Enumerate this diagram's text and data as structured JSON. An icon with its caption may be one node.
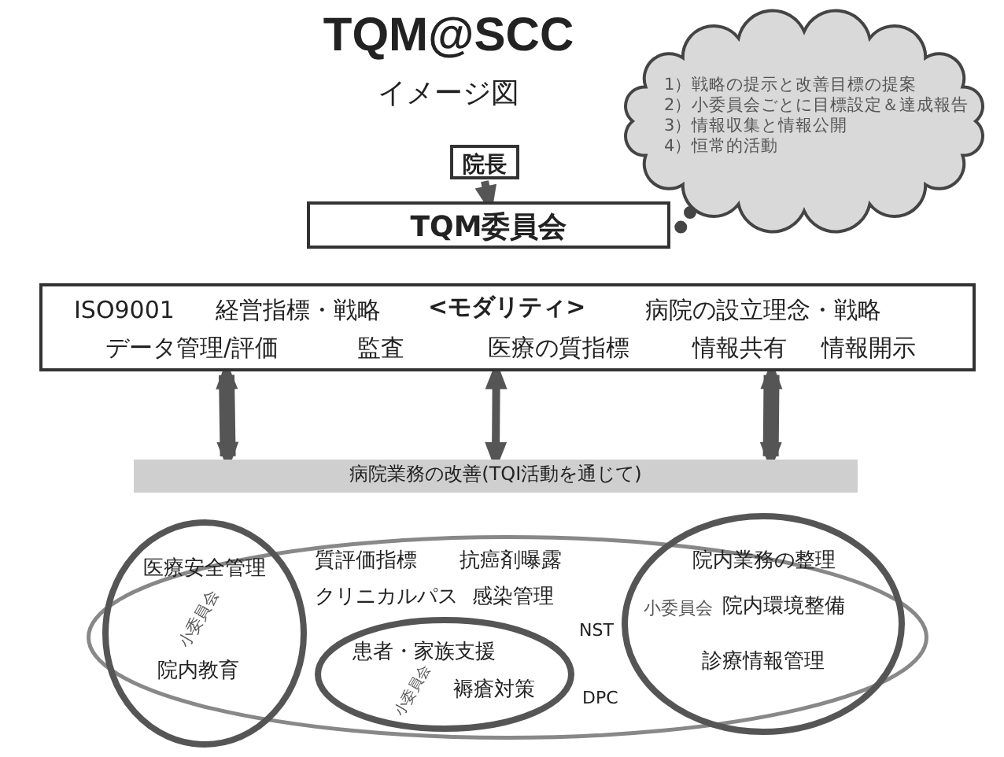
{
  "diagram": {
    "title": "TQM@SCC",
    "nodes": [
      {
        "text": [
          "院長"
        ]
      },
      {
        "text": [
          "TQM委員会"
        ]
      },
      {
        "text": [
          "1）戦略の提示と改善目標の提案",
          "2）小委員会ごとに目標設定＆達成報告",
          "3）情報収集と情報公開",
          "4）恒常的活動"
        ]
      },
      {
        "text": [
          "ISO9001",
          "経営指標・戦略",
          "<モダリティ>",
          "病院の設立理念・戦略",
          "データ管理/評価",
          "監査",
          "医療の質指標",
          "情報共有",
          "情報開示"
        ]
      },
      {
        "text": [
          "病院業務の改善(TQI活動を通じて)"
        ]
      },
      {
        "text": [
          "質評価指標",
          "抗癌剤曝露",
          "クリニカルパス",
          "感染管理",
          "NST",
          "DPC"
        ]
      },
      {
        "text": [
          "医療安全管理",
          "小委員会",
          "院内教育"
        ]
      },
      {
        "text": [
          "患者・家族支援",
          "小委員会",
          "褥瘡対策"
        ],
        "in": 5
      },
      {
        "text": [
          "院内業務の整理",
          "小委員会",
          "院内環境整備",
          "診療情報管理"
        ]
      }
    ],
    "edges": [
      {
        "from": 0,
        "to": 1,
        "arrow": "to"
      },
      {
        "from": 2,
        "to": 1,
        "arrow": "none",
        "style": "dashed"
      },
      {
        "from": 3,
        "to": 4,
        "arrow": "both"
      },
      {
        "from": 3,
        "to": 4,
        "arrow": "both"
      },
      {
        "from": 3,
        "to": 4,
        "arrow": "both"
      }
    ],
    "labels": [
      "イメージ図"
    ]
  }
}
